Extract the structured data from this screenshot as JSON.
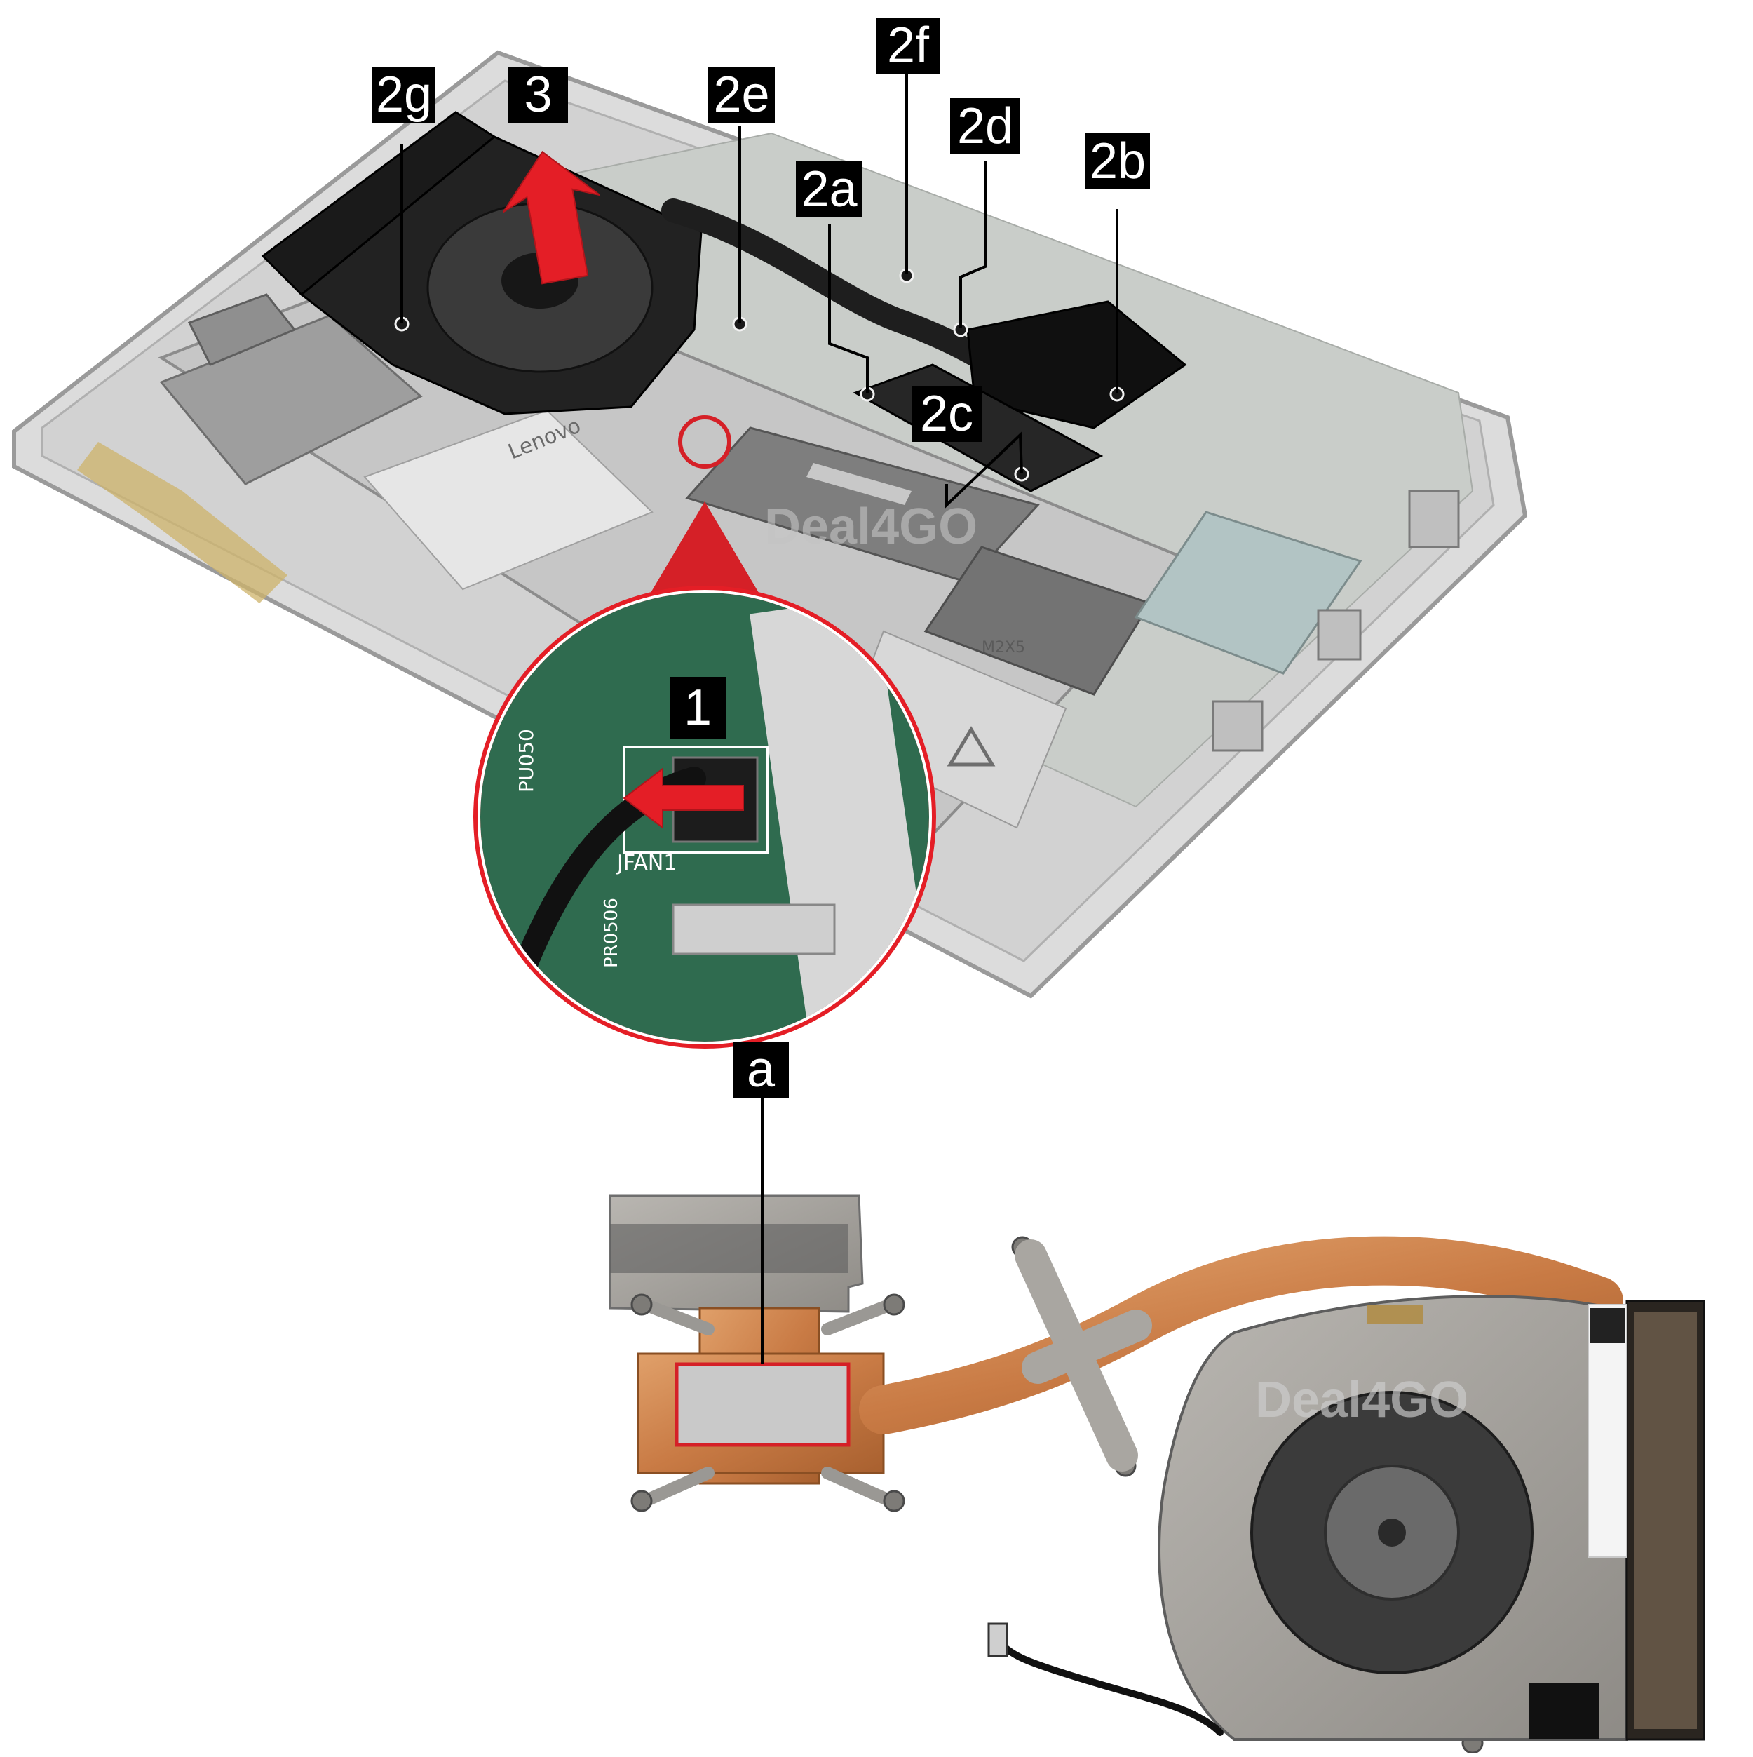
{
  "title": "",
  "callouts": {
    "c1": "1",
    "c2a": "2a",
    "c2b": "2b",
    "c2c": "2c",
    "c2d": "2d",
    "c2e": "2e",
    "c2f": "2f",
    "c2g": "2g",
    "c3": "3",
    "ca": "a"
  },
  "board_labels": {
    "connector": "JFAN1",
    "brand": "Lenovo",
    "screw_marker": "M2X5",
    "chip_left": "PU050",
    "chip_bottom": "PR0506"
  },
  "watermarks": {
    "laptop": "Deal4GO",
    "heatsink": "Deal4GO"
  },
  "colors": {
    "callout_bg": "#000000",
    "callout_fg": "#ffffff",
    "arrow_red": "#e41e26",
    "magnifier_ring": "#d52027",
    "copper": "#c9804a",
    "thermal_pad_outline": "#d52027"
  }
}
